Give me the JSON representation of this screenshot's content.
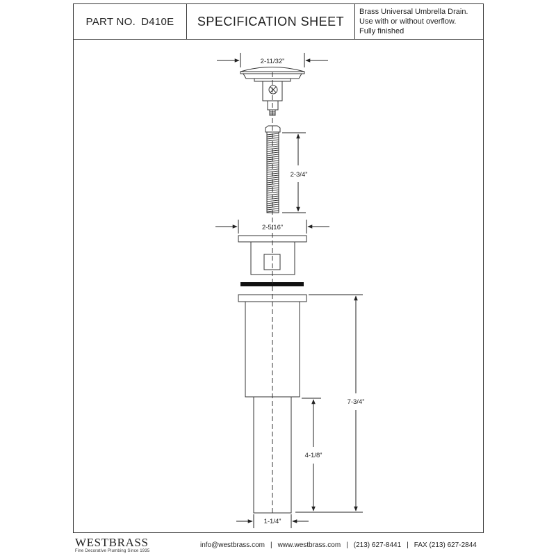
{
  "header": {
    "part_label": "PART NO.",
    "part_number": "D410E",
    "title": "SPECIFICATION SHEET",
    "description": [
      "Brass Universal Umbrella Drain.",
      "Use with or without overflow.",
      "Fully finished"
    ]
  },
  "dimensions": {
    "cap_width": "2-11/32”",
    "stem_length": "2-3/4”",
    "flange_width": "2-5/16”",
    "total_length": "7-3/4”",
    "tail_length": "4-1/8”",
    "tail_diameter": "1-1/4”"
  },
  "footer": {
    "brand": "WESTBRASS",
    "tagline": "Fine Decorative Plumbing Since 1935",
    "email": "info@westbrass.com",
    "website": "www.westbrass.com",
    "phone": "(213) 627-8441",
    "fax": "FAX (213) 627-2844",
    "separator": "|"
  }
}
